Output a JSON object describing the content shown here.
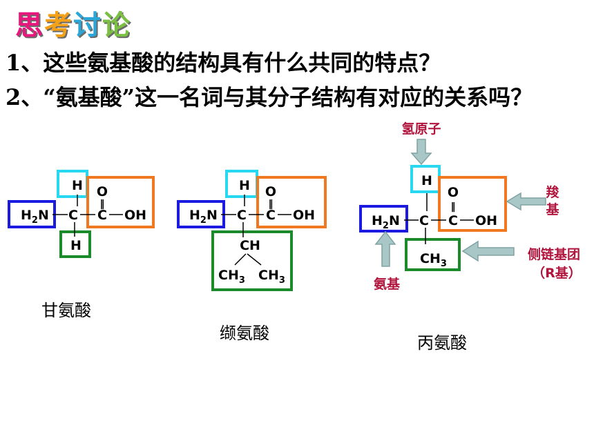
{
  "slide": {
    "title": "思考讨论",
    "title_colors": [
      "#e8177d",
      "#f4a11a",
      "#2aa7d8",
      "#7bc043"
    ],
    "question_1": "1、这些氨基酸的结构具有什么共同的特点？",
    "question_2": "2、“氨基酸”这一名词与其分子结构有对应的关系吗？"
  },
  "atoms": {
    "h": "H",
    "c": "C",
    "o": "O",
    "oh": "OH",
    "amino": "H2N",
    "ch": "CH",
    "ch3": "CH3",
    "double_bond": "‖",
    "h2n_h": "H",
    "h2n_sub": "2",
    "h2n_n": "N",
    "ch3_ch": "CH",
    "ch3_sub": "3"
  },
  "molecules": {
    "glycine": {
      "name": "甘氨酸"
    },
    "valine": {
      "name": "缬氨酸"
    },
    "alanine": {
      "name": "丙氨酸"
    }
  },
  "annotations": {
    "hydrogen_atom": "氢原子",
    "carboxyl_line1": "羧",
    "carboxyl_line2": "基",
    "side_chain_line1": "侧链基团",
    "side_chain_line2": "（R基）",
    "amino_group": "氨基"
  },
  "colors": {
    "amino_box": "#1a1ae0",
    "hydrogen_box": "#28d7f0",
    "carboxyl_box": "#f07820",
    "side_chain_box": "#1a8a2a",
    "annotation_text": "#b0143c",
    "arrow_fill": "#a9c7c6",
    "arrow_stroke": "#7fa3a2"
  }
}
